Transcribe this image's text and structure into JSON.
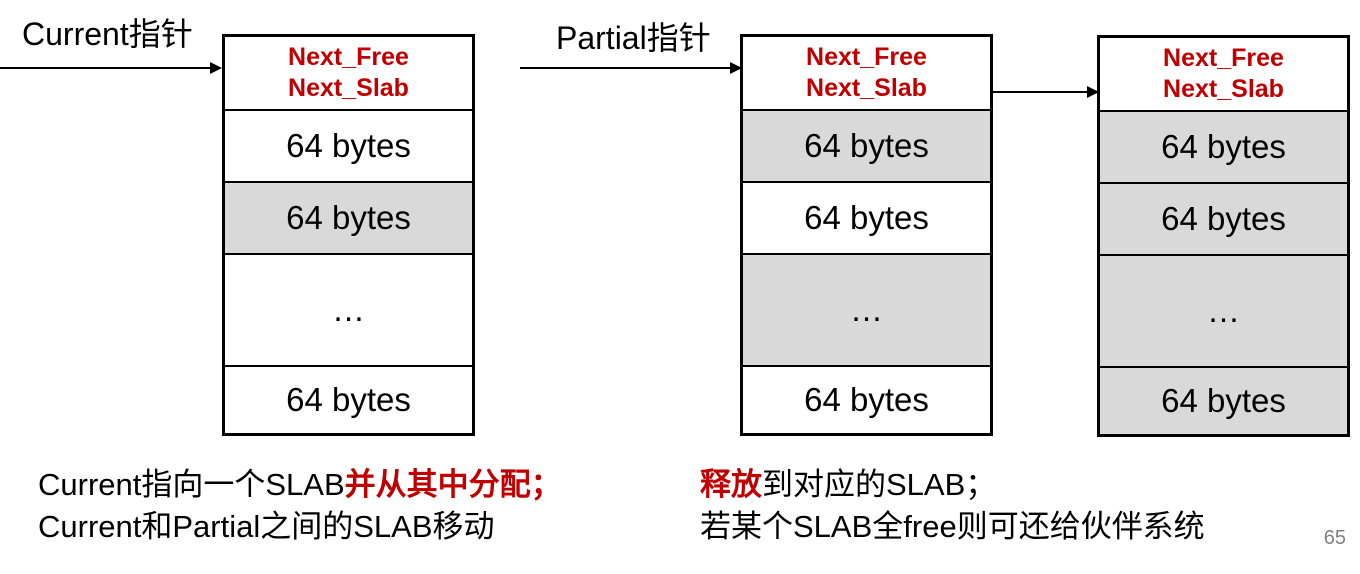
{
  "pointers": {
    "current": "Current指针",
    "partial": "Partial指针"
  },
  "slab_header": {
    "line1": "Next_Free",
    "line2": "Next_Slab"
  },
  "slabs": [
    {
      "cells": [
        "64 bytes",
        "64 bytes",
        "…",
        "64 bytes"
      ],
      "grey": [
        false,
        true,
        false,
        false
      ]
    },
    {
      "cells": [
        "64 bytes",
        "64 bytes",
        "…",
        "64 bytes"
      ],
      "grey": [
        true,
        false,
        true,
        false
      ]
    },
    {
      "cells": [
        "64 bytes",
        "64 bytes",
        "…",
        "64 bytes"
      ],
      "grey": [
        true,
        true,
        true,
        true
      ]
    }
  ],
  "captions": {
    "left_line1_plain": "Current指向一个SLAB",
    "left_line1_red": "并从其中分配；",
    "left_line2": "Current和Partial之间的SLAB移动",
    "right_line1_red": "释放",
    "right_line1_plain": "到对应的SLAB；",
    "right_line2": "若某个SLAB全free则可还给伙伴系统"
  },
  "page_number": "65",
  "colors": {
    "accent_red": "#c00000",
    "grey_fill": "#d9d9d9"
  }
}
